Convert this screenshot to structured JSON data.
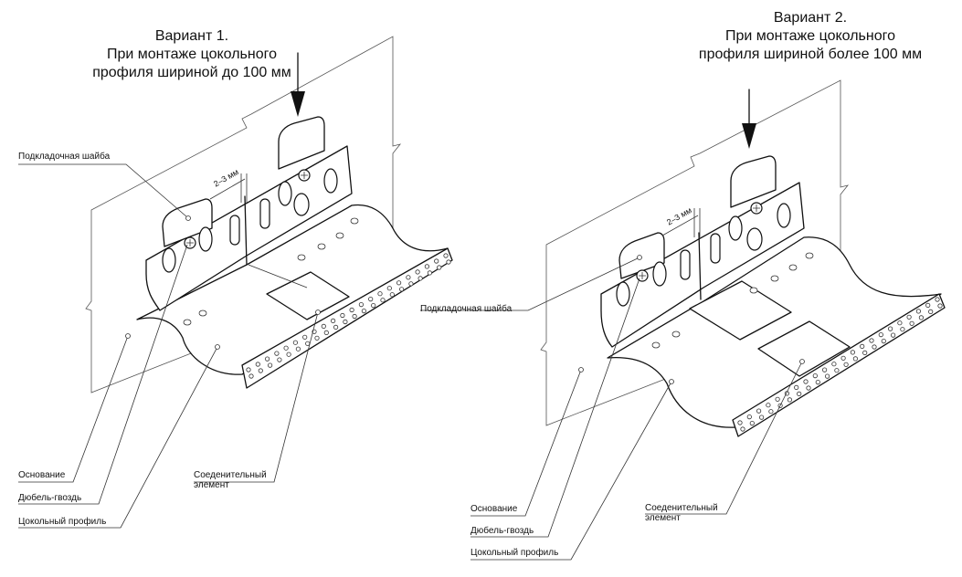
{
  "variant1": {
    "title_line1": "Вариант 1.",
    "title_line2": "При монтаже цокольного",
    "title_line3": "профиля шириной до 100 мм",
    "label_washer": "Подкладочная шайба",
    "label_gap": "2–3 мм",
    "label_base": "Основание",
    "label_dowel": "Дюбель-гвоздь",
    "label_profile": "Цокольный профиль",
    "label_connector_line1": "Соеденительный",
    "label_connector_line2": "элемент"
  },
  "variant2": {
    "title_line1": "Вариант 2.",
    "title_line2": "При монтаже цокольного",
    "title_line3": "профиля шириной более 100 мм",
    "label_washer": "Подкладочная шайба",
    "label_gap": "2–3 мм",
    "label_base": "Основание",
    "label_dowel": "Дюбель-гвоздь",
    "label_profile": "Цокольный профиль",
    "label_connector_line1": "Соеденительный",
    "label_connector_line2": "элемент"
  }
}
